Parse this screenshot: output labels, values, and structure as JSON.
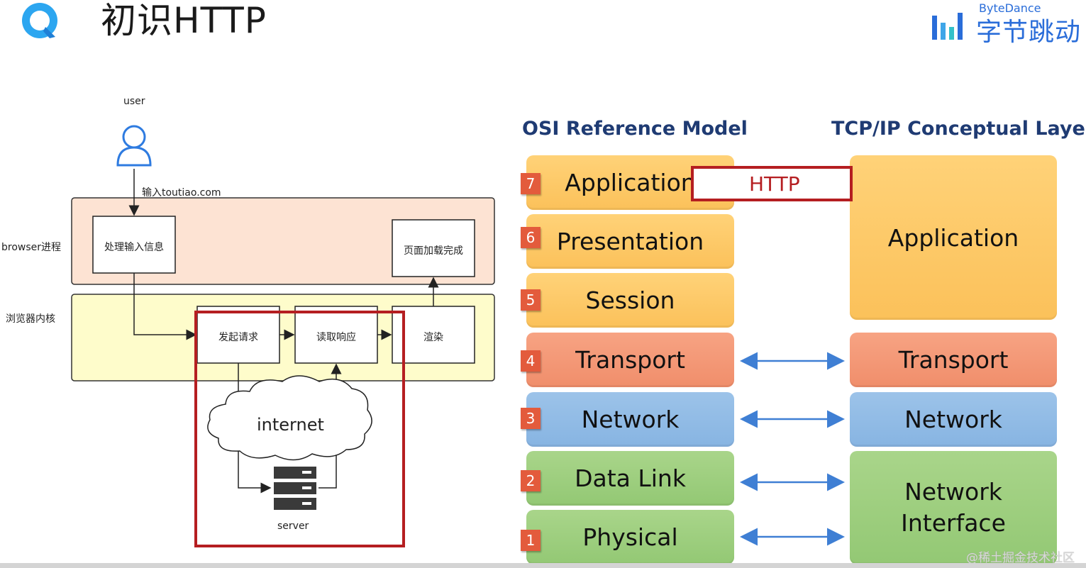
{
  "title": "初识HTTP",
  "brand": {
    "en": "ByteDance",
    "cn": "字节跳动"
  },
  "flow": {
    "user_label": "user",
    "input_label": "输入toutiao.com",
    "browser_process_label": "browser进程",
    "kernel_label": "浏览器内核",
    "boxes": {
      "process_input": "处理输入信息",
      "page_loaded": "页面加载完成",
      "send_request": "发起请求",
      "read_response": "读取响应",
      "render": "渲染"
    },
    "cloud_label": "internet",
    "server_label": "server"
  },
  "osi": {
    "header": "OSI Reference Model",
    "layers": [
      {
        "num": "7",
        "name": "Application"
      },
      {
        "num": "6",
        "name": "Presentation"
      },
      {
        "num": "5",
        "name": "Session"
      },
      {
        "num": "4",
        "name": "Transport"
      },
      {
        "num": "3",
        "name": "Network"
      },
      {
        "num": "2",
        "name": "Data Link"
      },
      {
        "num": "1",
        "name": "Physical"
      }
    ]
  },
  "tcpip": {
    "header": "TCP/IP Conceptual Layers",
    "layers": {
      "application": "Application",
      "transport": "Transport",
      "network": "Network",
      "interface": "Network Interface"
    }
  },
  "http_label": "HTTP",
  "watermark": "@稀土掘金技术社区",
  "colors": {
    "accent_red": "#b51e21",
    "brand_blue": "#2a6dd9"
  }
}
